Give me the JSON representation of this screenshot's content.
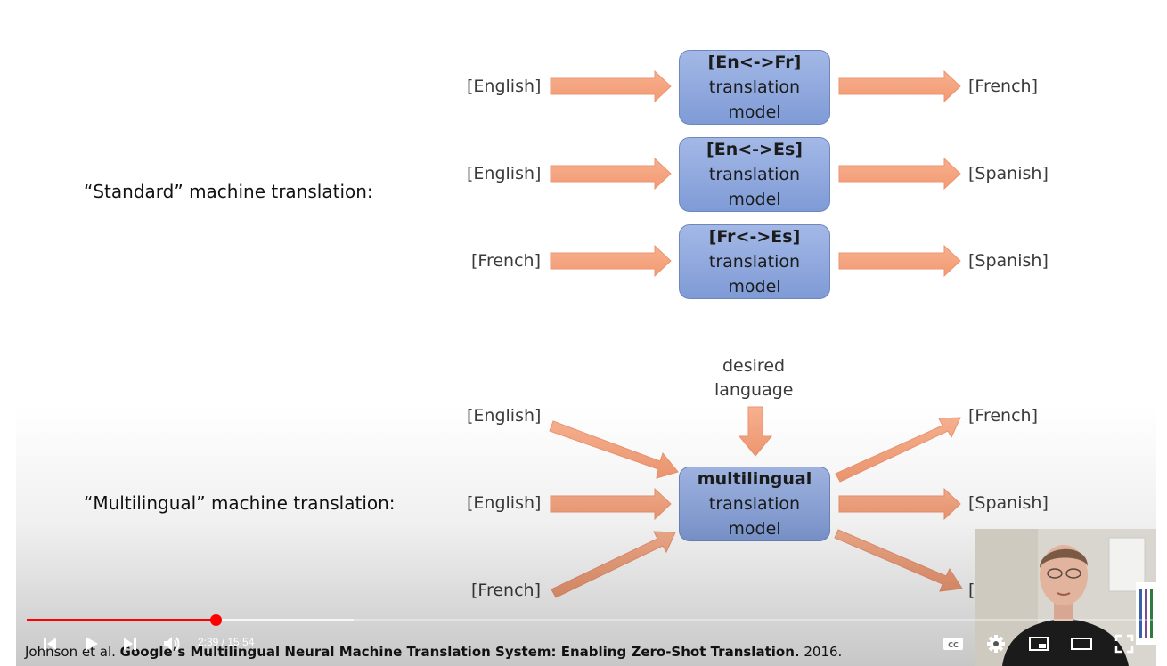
{
  "slide": {
    "standard_label": "“Standard” machine translation:",
    "multilingual_label": "“Multilingual” machine translation:",
    "standard_rows": [
      {
        "src": "[English]",
        "model": "[En<->Fr]",
        "line2": "translation",
        "line3": "model",
        "dst": "[French]"
      },
      {
        "src": "[English]",
        "model": "[En<->Es]",
        "line2": "translation",
        "line3": "model",
        "dst": "[Spanish]"
      },
      {
        "src": "[French]",
        "model": "[Fr<->Es]",
        "line2": "translation",
        "line3": "model",
        "dst": "[Spanish]"
      }
    ],
    "multi": {
      "desired_1": "desired",
      "desired_2": "language",
      "inputs": [
        "[English]",
        "[English]",
        "[French]"
      ],
      "model": "multilingual",
      "line2": "translation",
      "line3": "model",
      "outputs": [
        "[French]",
        "[Spanish]",
        "["
      ]
    },
    "citation": {
      "authors": "Johnson et al.",
      "title": "Google’s Multilingual Neural Machine Translation System: Enabling Zero-Shot Translation.",
      "year": "2016."
    }
  },
  "player": {
    "time": "2:39 / 15:54",
    "progress_fraction": 0.1675,
    "buffered_fraction": 0.29,
    "accent": "#ff0000",
    "icons": [
      "previous-icon",
      "play-icon",
      "next-icon",
      "volume-icon",
      "captions-icon",
      "settings-icon",
      "miniplayer-icon",
      "theater-icon",
      "fullscreen-icon"
    ]
  }
}
